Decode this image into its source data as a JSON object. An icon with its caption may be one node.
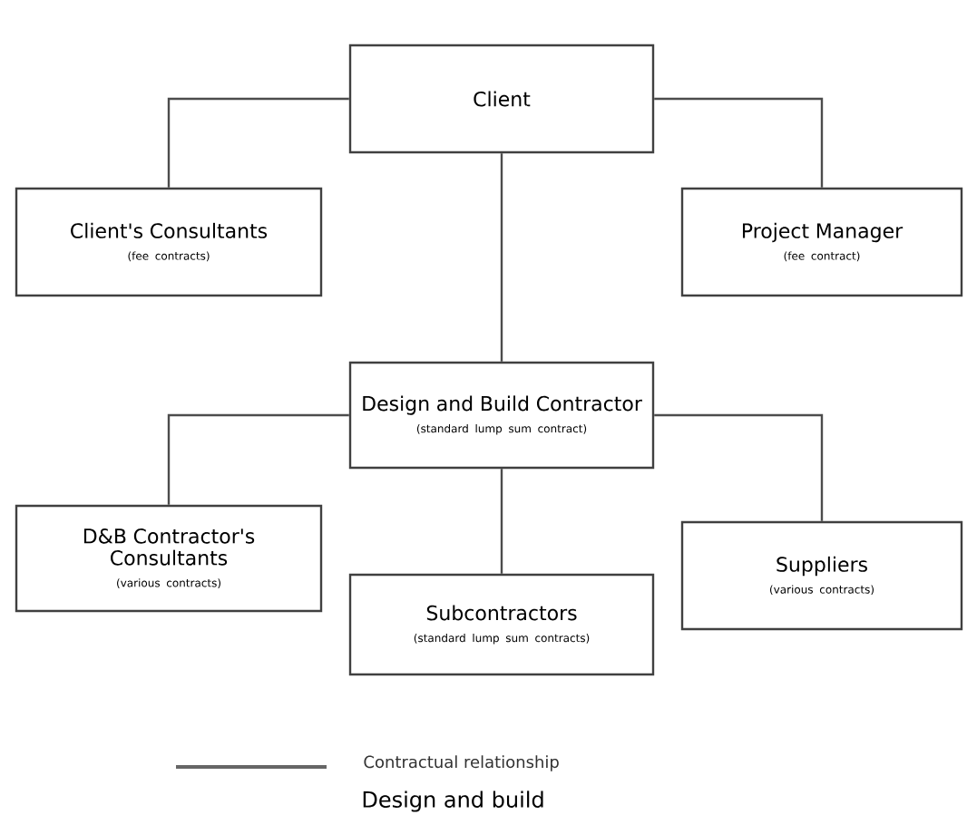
{
  "diagram": {
    "caption": "Design and build",
    "nodes": [
      {
        "text": [
          "Client"
        ]
      },
      {
        "text": [
          "Client's Consultants",
          "(fee contracts)"
        ]
      },
      {
        "text": [
          "Project Manager",
          "(fee contract)"
        ]
      },
      {
        "text": [
          "Design and Build Contractor",
          "(standard lump sum contract)"
        ]
      },
      {
        "text": [
          "D&B Contractor's Consultants",
          "(various contracts)"
        ]
      },
      {
        "text": [
          "Subcontractors",
          "(standard lump sum contracts)"
        ]
      },
      {
        "text": [
          "Suppliers",
          "(various contracts)"
        ]
      }
    ],
    "edges": [
      {
        "from": 0,
        "to": 1,
        "arrow": "none"
      },
      {
        "from": 0,
        "to": 2,
        "arrow": "none"
      },
      {
        "from": 0,
        "to": 3,
        "arrow": "none"
      },
      {
        "from": 3,
        "to": 4,
        "arrow": "none"
      },
      {
        "from": 3,
        "to": 5,
        "arrow": "none"
      },
      {
        "from": 3,
        "to": 6,
        "arrow": "none"
      }
    ],
    "legend": [
      {
        "text": "Contractual relationship"
      }
    ]
  }
}
